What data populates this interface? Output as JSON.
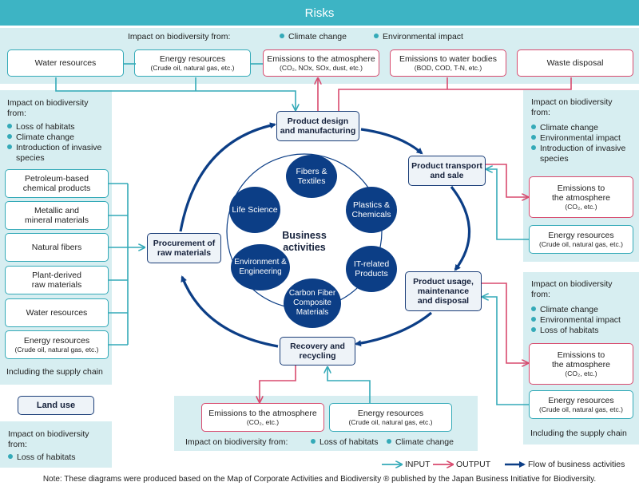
{
  "banner": "Risks",
  "top": {
    "label": "Impact on biodiversity from:",
    "legend1": "Climate change",
    "legend2": "Environmental impact",
    "boxes": [
      {
        "title": "Water resources",
        "sub": ""
      },
      {
        "title": "Energy resources",
        "sub": "(Crude oil, natural gas, etc.)"
      },
      {
        "title": "Emissions to the atmosphere",
        "sub": "(CO₂, NOx, SOx, dust, etc.)"
      },
      {
        "title": "Emissions to water bodies",
        "sub": "(BOD, COD, T-N, etc.)"
      },
      {
        "title": "Waste disposal",
        "sub": ""
      }
    ]
  },
  "left": {
    "heading": "Impact on biodiversity\nfrom:",
    "bullets": [
      "Loss of habitats",
      "Climate change",
      "Introduction of invasive\nspecies"
    ],
    "boxes": [
      {
        "title": "Petroleum-based\nchemical products",
        "sub": ""
      },
      {
        "title": "Metallic and\nmineral materials",
        "sub": ""
      },
      {
        "title": "Natural fibers",
        "sub": ""
      },
      {
        "title": "Plant-derived\nraw materials",
        "sub": ""
      },
      {
        "title": "Water resources",
        "sub": ""
      },
      {
        "title": "Energy resources",
        "sub": "(Crude oil, natural gas, etc.)"
      }
    ],
    "footer": "Including the supply chain"
  },
  "landuse": {
    "label": "Land use",
    "heading": "Impact on biodiversity\nfrom:",
    "bullet": "Loss of habitats"
  },
  "right_top": {
    "heading": "Impact on biodiversity\nfrom:",
    "bullets": [
      "Climate change",
      "Environmental impact",
      "Introduction of invasive\nspecies"
    ],
    "box1": {
      "title": "Emissions to\nthe atmosphere",
      "sub": "(CO₂, etc.)"
    },
    "box2": {
      "title": "Energy resources",
      "sub": "(Crude oil, natural gas, etc.)"
    }
  },
  "right_bottom": {
    "heading": "Impact on biodiversity\nfrom:",
    "bullets": [
      "Climate change",
      "Environmental impact",
      "Loss of habitats"
    ],
    "box1": {
      "title": "Emissions to\nthe atmosphere",
      "sub": "(CO₂, etc.)"
    },
    "box2": {
      "title": "Energy resources",
      "sub": "(Crude oil, natural gas, etc.)"
    },
    "footer": "Including the supply chain"
  },
  "bottom": {
    "box1": {
      "title": "Emissions to the atmosphere",
      "sub": "(CO₂, etc.)"
    },
    "box2": {
      "title": "Energy resources",
      "sub": "(Crude oil, natural gas, etc.)"
    },
    "label": "Impact on biodiversity from:",
    "bullet1": "Loss of habitats",
    "bullet2": "Climate change"
  },
  "stages": {
    "design": "Product design\nand manufacturing",
    "transport": "Product transport\nand sale",
    "usage": "Product usage,\nmaintenance\nand disposal",
    "recovery": "Recovery and\nrecycling",
    "procurement": "Procurement of\nraw materials"
  },
  "center": {
    "label": "Business\nactivities",
    "circles": [
      "Fibers &\nTextiles",
      "Plastics &\nChemicals",
      "IT-related\nProducts",
      "Carbon Fiber\nComposite\nMaterials",
      "Environment &\nEngineering",
      "Life Science"
    ]
  },
  "legend": {
    "input": "INPUT",
    "output": "OUTPUT",
    "flow": "Flow of business activities"
  },
  "note": "Note: These diagrams were produced based on the Map of Corporate Activities and Biodiversity ® published by the Japan Business Initiative for Biodiversity.",
  "colors": {
    "teal": "#34aab8",
    "pink": "#d84a6e",
    "navy": "#0c3e86",
    "panel": "#d7eef1",
    "banner": "#3db4c4"
  }
}
